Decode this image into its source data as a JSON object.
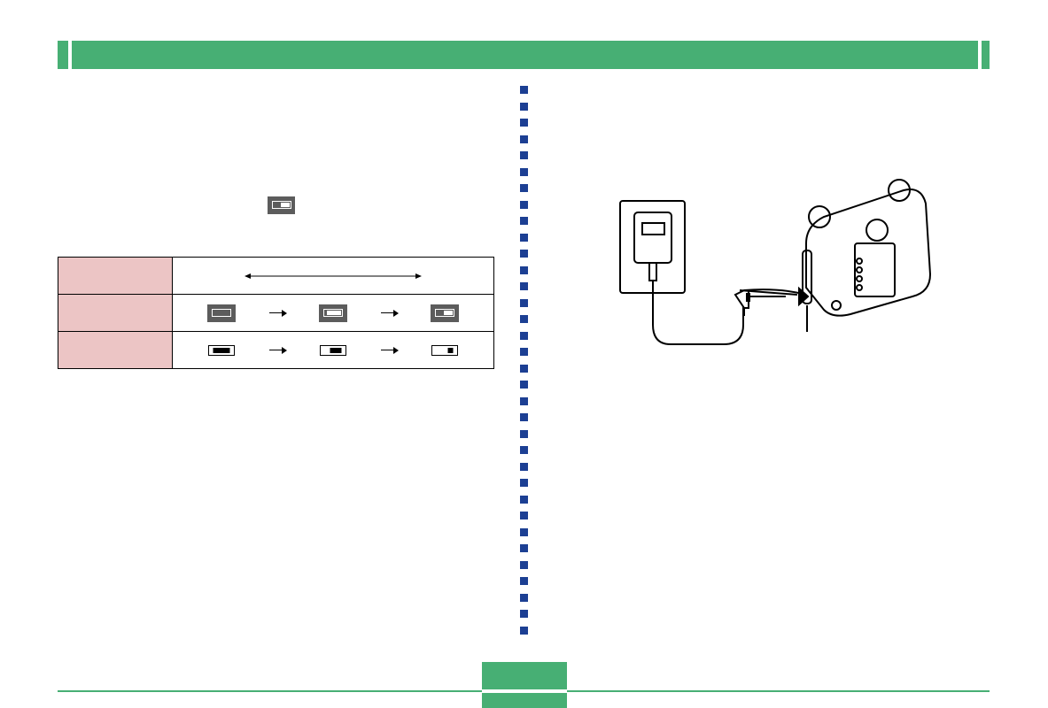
{
  "colors": {
    "header_green": "#47af74",
    "bullet_blue": "#1c3f93",
    "table_header_pink": "#ecc5c5"
  },
  "icons": [
    "battery-indicator-icon",
    "ac-adaptor-illustration",
    "camera-illustration"
  ],
  "battery_levels": {
    "monitor_on": [
      1.0,
      0.5,
      0.25
    ],
    "monitor_off": [
      1.0,
      0.66,
      0.33
    ]
  }
}
